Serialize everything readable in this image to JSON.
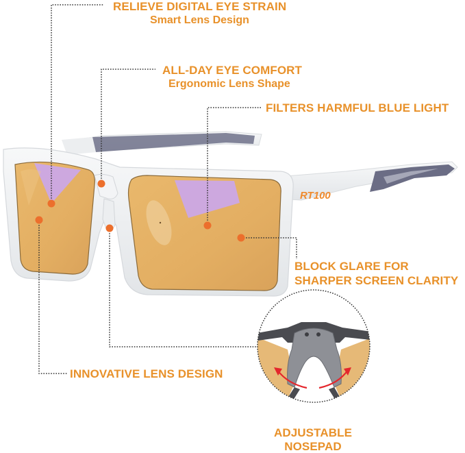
{
  "colors": {
    "accent_text": "#e8912a",
    "callout_dot": "#ec6f2c",
    "leader_line": "#333333",
    "lens": "#e6b36a",
    "lens_tint": "#c9a6f0",
    "frame": "#eef0f2",
    "temple_accent": "#6b6d85"
  },
  "brand_logo": "RT100",
  "callouts": [
    {
      "id": "relieve-strain",
      "title": "RELIEVE DIGITAL EYE STRAIN",
      "subtitle": "Smart Lens Design"
    },
    {
      "id": "all-day-comfort",
      "title": "ALL-DAY EYE COMFORT",
      "subtitle": "Ergonomic Lens Shape"
    },
    {
      "id": "blue-light",
      "title": "FILTERS HARMFUL BLUE LIGHT"
    },
    {
      "id": "block-glare",
      "title_line1": "BLOCK GLARE FOR",
      "title_line2": "SHARPER SCREEN CLARITY"
    },
    {
      "id": "lens-design",
      "title": "INNOVATIVE LENS DESIGN"
    },
    {
      "id": "nosepad",
      "title_line1": "ADJUSTABLE",
      "title_line2": "NOSEPAD"
    }
  ]
}
